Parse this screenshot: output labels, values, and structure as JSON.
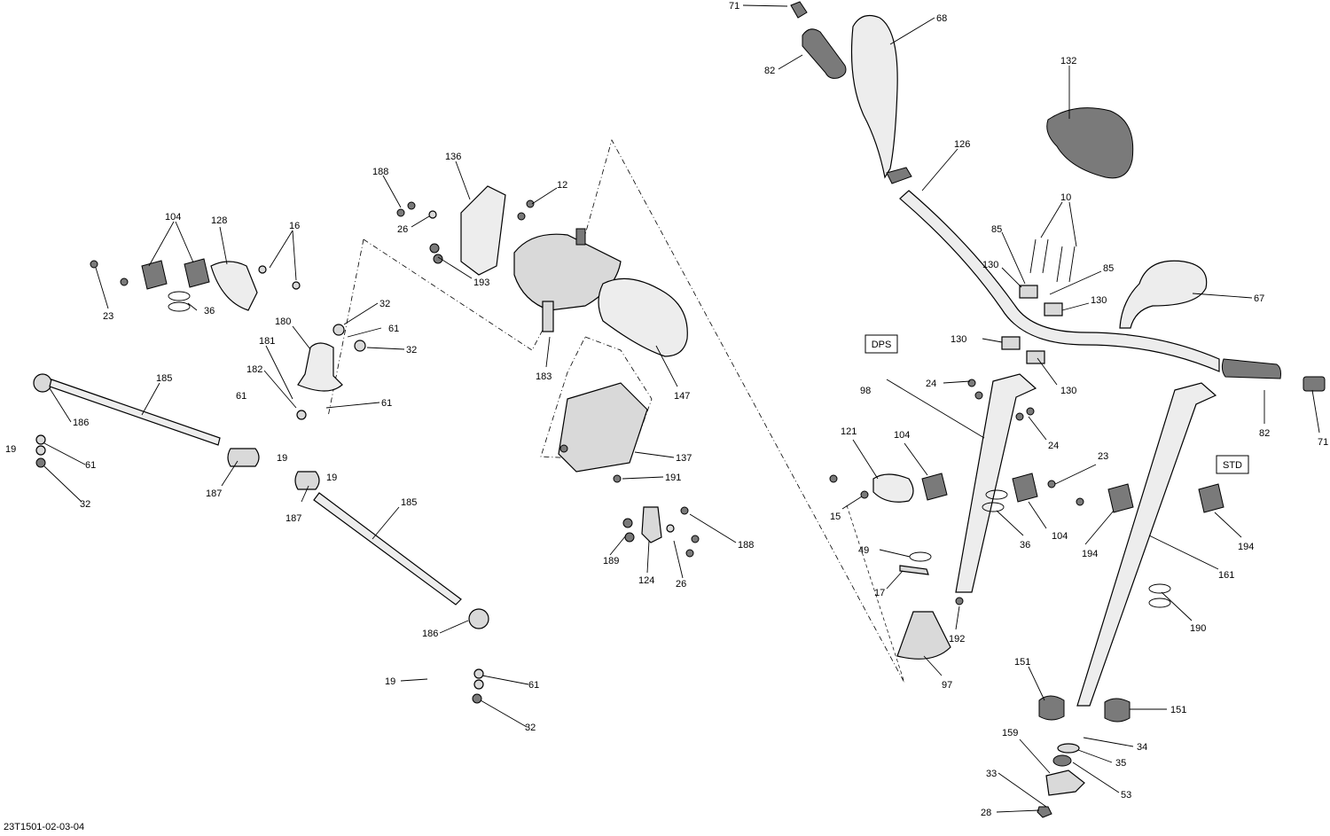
{
  "diagram": {
    "code": "23T1501-02-03-04",
    "tags": {
      "dps": "DPS",
      "std": "STD"
    },
    "callouts": [
      {
        "id": "c71a",
        "text": "71"
      },
      {
        "id": "c68",
        "text": "68"
      },
      {
        "id": "c82a",
        "text": "82"
      },
      {
        "id": "c132",
        "text": "132"
      },
      {
        "id": "c126",
        "text": "126"
      },
      {
        "id": "c10",
        "text": "10"
      },
      {
        "id": "c85a",
        "text": "85"
      },
      {
        "id": "c85b",
        "text": "85"
      },
      {
        "id": "c130a",
        "text": "130"
      },
      {
        "id": "c130b",
        "text": "130"
      },
      {
        "id": "c130c",
        "text": "130"
      },
      {
        "id": "c130d",
        "text": "130"
      },
      {
        "id": "c67",
        "text": "67"
      },
      {
        "id": "c98",
        "text": "98"
      },
      {
        "id": "c24a",
        "text": "24"
      },
      {
        "id": "c24b",
        "text": "24"
      },
      {
        "id": "c82b",
        "text": "82"
      },
      {
        "id": "c71b",
        "text": "71"
      },
      {
        "id": "c121",
        "text": "121"
      },
      {
        "id": "c104a",
        "text": "104"
      },
      {
        "id": "c23a",
        "text": "23"
      },
      {
        "id": "c15",
        "text": "15"
      },
      {
        "id": "c104b",
        "text": "104"
      },
      {
        "id": "c36a",
        "text": "36"
      },
      {
        "id": "c194a",
        "text": "194"
      },
      {
        "id": "c194b",
        "text": "194"
      },
      {
        "id": "c161",
        "text": "161"
      },
      {
        "id": "c49",
        "text": "49"
      },
      {
        "id": "c17",
        "text": "17"
      },
      {
        "id": "c192",
        "text": "192"
      },
      {
        "id": "c190",
        "text": "190"
      },
      {
        "id": "c97",
        "text": "97"
      },
      {
        "id": "c151a",
        "text": "151"
      },
      {
        "id": "c151b",
        "text": "151"
      },
      {
        "id": "c34",
        "text": "34"
      },
      {
        "id": "c159",
        "text": "159"
      },
      {
        "id": "c35",
        "text": "35"
      },
      {
        "id": "c33",
        "text": "33"
      },
      {
        "id": "c53",
        "text": "53"
      },
      {
        "id": "c28",
        "text": "28"
      },
      {
        "id": "c136",
        "text": "136"
      },
      {
        "id": "c188a",
        "text": "188"
      },
      {
        "id": "c12",
        "text": "12"
      },
      {
        "id": "c26a",
        "text": "26"
      },
      {
        "id": "c193",
        "text": "193"
      },
      {
        "id": "c183",
        "text": "183"
      },
      {
        "id": "c147",
        "text": "147"
      },
      {
        "id": "c137",
        "text": "137"
      },
      {
        "id": "c191",
        "text": "191"
      },
      {
        "id": "c188b",
        "text": "188"
      },
      {
        "id": "c189",
        "text": "189"
      },
      {
        "id": "c124",
        "text": "124"
      },
      {
        "id": "c26b",
        "text": "26"
      },
      {
        "id": "c104c",
        "text": "104"
      },
      {
        "id": "c128",
        "text": "128"
      },
      {
        "id": "c16",
        "text": "16"
      },
      {
        "id": "c23b",
        "text": "23"
      },
      {
        "id": "c36b",
        "text": "36"
      },
      {
        "id": "c32a",
        "text": "32"
      },
      {
        "id": "c61a",
        "text": "61"
      },
      {
        "id": "c180",
        "text": "180"
      },
      {
        "id": "c181",
        "text": "181"
      },
      {
        "id": "c32b",
        "text": "32"
      },
      {
        "id": "c182",
        "text": "182"
      },
      {
        "id": "c61b",
        "text": "61"
      },
      {
        "id": "c61c",
        "text": "61"
      },
      {
        "id": "c185a",
        "text": "185"
      },
      {
        "id": "c186a",
        "text": "186"
      },
      {
        "id": "c19a",
        "text": "19"
      },
      {
        "id": "c61d",
        "text": "61"
      },
      {
        "id": "c32c",
        "text": "32"
      },
      {
        "id": "c187a",
        "text": "187"
      },
      {
        "id": "c19b",
        "text": "19"
      },
      {
        "id": "c19c",
        "text": "19"
      },
      {
        "id": "c187b",
        "text": "187"
      },
      {
        "id": "c185b",
        "text": "185"
      },
      {
        "id": "c186b",
        "text": "186"
      },
      {
        "id": "c19d",
        "text": "19"
      },
      {
        "id": "c61e",
        "text": "61"
      },
      {
        "id": "c32d",
        "text": "32"
      }
    ]
  }
}
